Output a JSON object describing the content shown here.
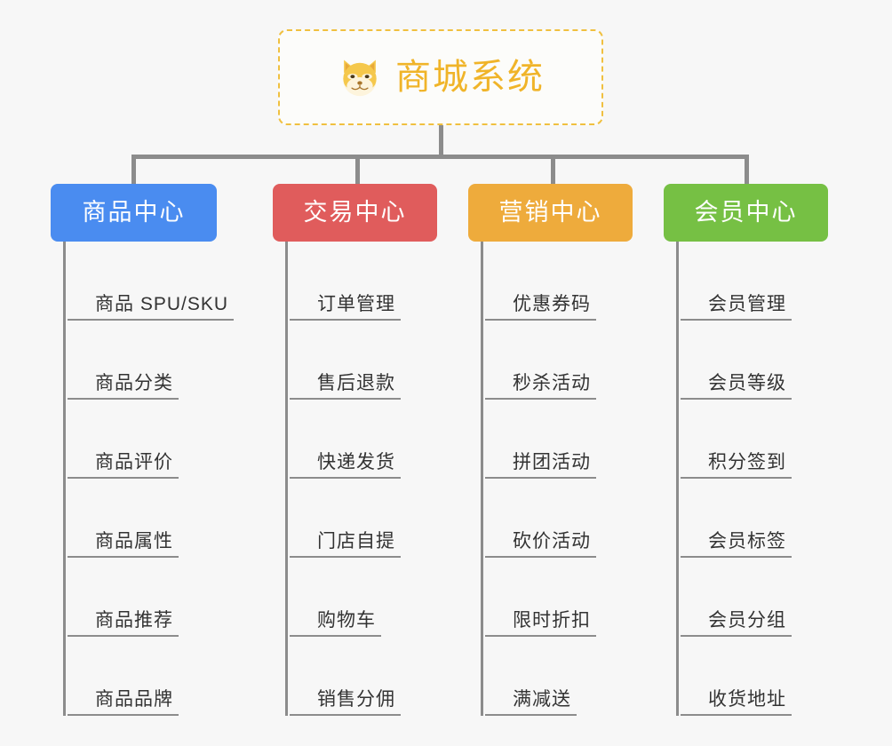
{
  "diagram": {
    "title": "商城系统",
    "background_color": "#f7f7f7",
    "connector_color": "#8c8c8c",
    "root": {
      "label": "商城系统",
      "icon": "shiba-dog-icon",
      "text_color": "#f0b429",
      "border_color": "#f0c040",
      "card_background": "#fcfcfa"
    },
    "branches": [
      {
        "label": "商品中心",
        "color": "#4a8cf0",
        "items": [
          "商品 SPU/SKU",
          "商品分类",
          "商品评价",
          "商品属性",
          "商品推荐",
          "商品品牌"
        ]
      },
      {
        "label": "交易中心",
        "color": "#e05c5c",
        "items": [
          "订单管理",
          "售后退款",
          "快递发货",
          "门店自提",
          "购物车",
          "销售分佣"
        ]
      },
      {
        "label": "营销中心",
        "color": "#eeab3c",
        "items": [
          "优惠券码",
          "秒杀活动",
          "拼团活动",
          "砍价活动",
          "限时折扣",
          "满减送"
        ]
      },
      {
        "label": "会员中心",
        "color": "#76c044",
        "items": [
          "会员管理",
          "会员等级",
          "积分签到",
          "会员标签",
          "会员分组",
          "收货地址"
        ]
      }
    ]
  }
}
